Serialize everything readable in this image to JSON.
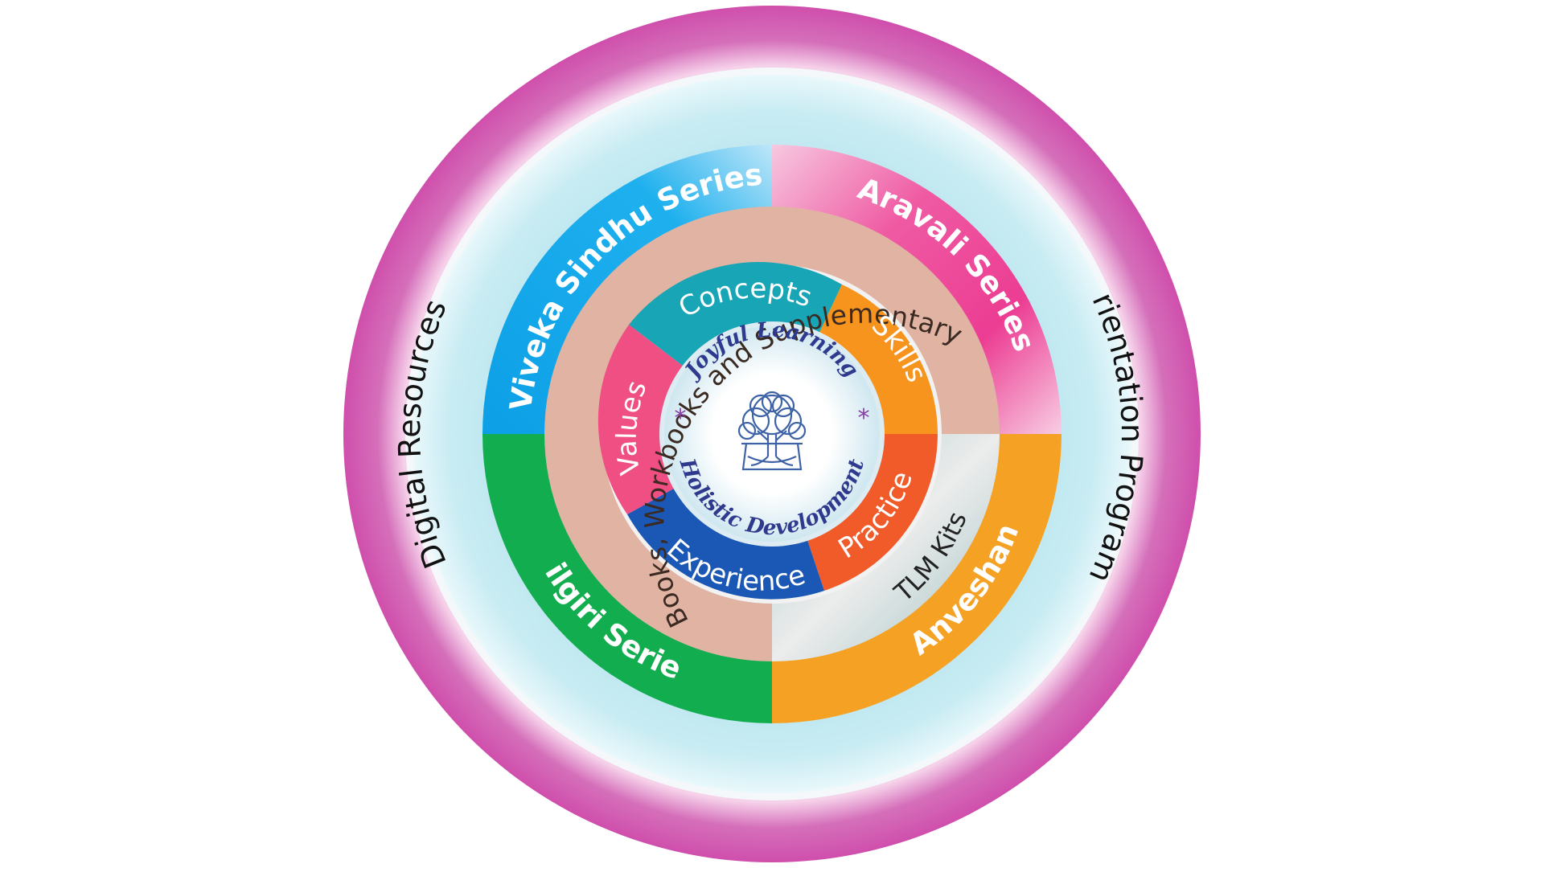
{
  "outer_ring": {
    "left_label": "Digital Resources",
    "right_label": "Orientation  Programs"
  },
  "series_ring": {
    "top_left": "Viveka Sindhu Series",
    "top_right": "Aravali  Series",
    "bottom_left": "Nilgiri Series",
    "bottom_right": "Anveshan"
  },
  "materials_ring": {
    "main_label": "Course Books, Workbooks and Supplementary Reader",
    "secondary_label": "TLM Kits"
  },
  "pillars": {
    "top": "Concepts",
    "top_right": "Skills",
    "bottom_right": "Practice",
    "bottom": "Experience",
    "left": "Values"
  },
  "center": {
    "top_label": "Joyful Learning",
    "bottom_label": "Holistic Development",
    "star": "*"
  },
  "colors": {
    "outer_magenta": "#cf55ad",
    "light_blue": "#bfe6ee",
    "viveka_blue": "#1aa8ea",
    "aravali_pink": "#ee3d96",
    "nilgiri_green": "#12ad4e",
    "anveshan_orange": "#f5a123",
    "peach": "#e0b3a3",
    "concepts_teal": "#18a5b6",
    "skills_orange": "#f7941d",
    "practice_red": "#f15a29",
    "experience_blue": "#1b57b4",
    "values_pink": "#ef4f83",
    "center_text": "#2f3a8f"
  },
  "icons": {
    "center": "tree-of-life-icon"
  }
}
